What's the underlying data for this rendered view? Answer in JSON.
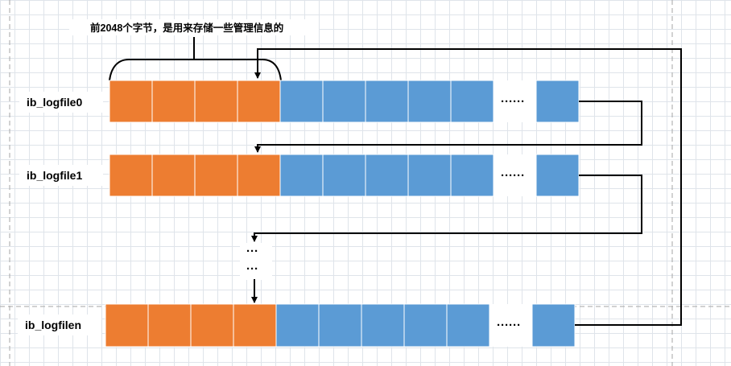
{
  "note": {
    "text": "前2048个字节，是用来存储一些管理信息的"
  },
  "files": [
    {
      "label": "ib_logfile0"
    },
    {
      "label": "ib_logfile1"
    },
    {
      "label": "ib_logfilen"
    }
  ],
  "block_ellipsis": "······",
  "vertical_ellipsis": [
    "···",
    "···"
  ],
  "colors": {
    "header_block": "#ed7d31",
    "data_block": "#5b9bd5",
    "arrow": "#000000",
    "dashed_guide": "#a6a6a6"
  }
}
